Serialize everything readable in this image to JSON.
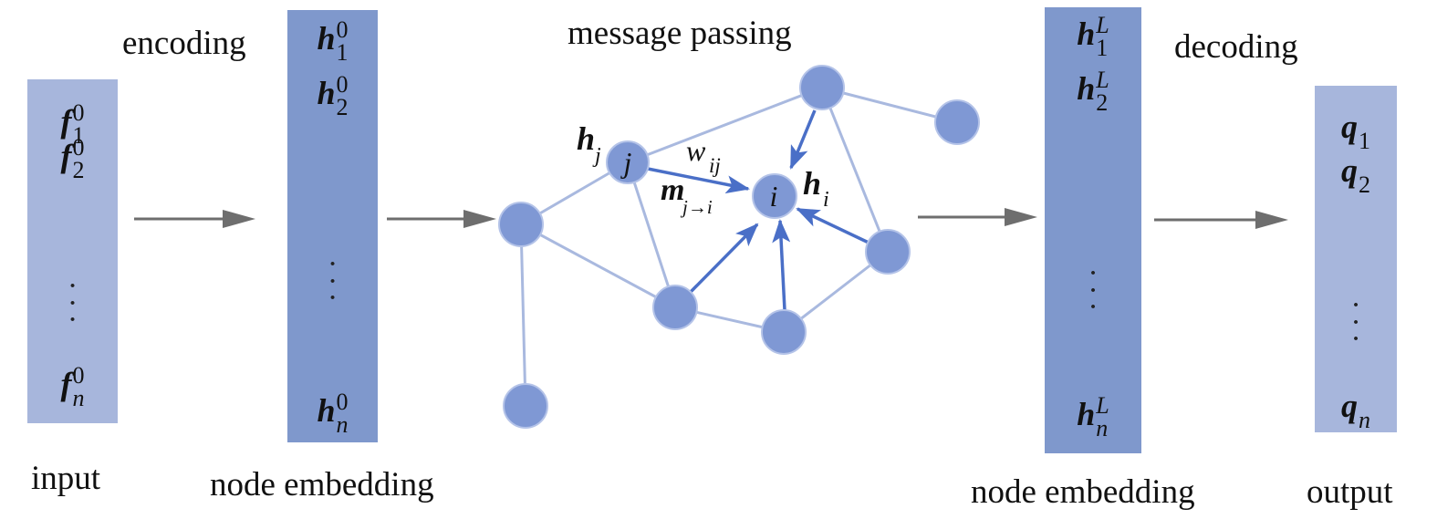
{
  "labels": {
    "encoding": "encoding",
    "message_passing": "message passing",
    "decoding": "decoding",
    "input": "input",
    "node_embedding_left": "node embedding",
    "node_embedding_right": "node embedding",
    "output": "output"
  },
  "input_vectors": [
    {
      "symbol": "f",
      "sub": "1",
      "sup": "0"
    },
    {
      "symbol": "f",
      "sub": "2",
      "sup": "0"
    },
    {
      "symbol": "f",
      "sub": "n",
      "sup": "0"
    }
  ],
  "embedding0_vectors": [
    {
      "symbol": "h",
      "sub": "1",
      "sup": "0"
    },
    {
      "symbol": "h",
      "sub": "2",
      "sup": "0"
    },
    {
      "symbol": "h",
      "sub": "n",
      "sup": "0"
    }
  ],
  "embeddingL_vectors": [
    {
      "symbol": "h",
      "sub": "1",
      "sup": "L"
    },
    {
      "symbol": "h",
      "sub": "2",
      "sup": "L"
    },
    {
      "symbol": "h",
      "sub": "n",
      "sup": "L"
    }
  ],
  "output_vectors": [
    {
      "symbol": "q",
      "sub": "1"
    },
    {
      "symbol": "q",
      "sub": "2"
    },
    {
      "symbol": "q",
      "sub": "n"
    }
  ],
  "graph": {
    "node_i_label": "i",
    "node_j_label": "j",
    "h_j": {
      "symbol": "h",
      "sub": "j"
    },
    "h_i": {
      "symbol": "h",
      "sub": "i"
    },
    "weight": {
      "symbol": "w",
      "sub": "ij"
    },
    "message": {
      "symbol": "m",
      "sub": "j→i"
    }
  },
  "colors": {
    "light_column": "#a7b6dc",
    "dark_column": "#7f98cc",
    "node_fill": "#7f98d4",
    "edge": "#a9b9df",
    "arrow": "#4a6fc7",
    "flow_arrow": "#6e6e6e"
  }
}
